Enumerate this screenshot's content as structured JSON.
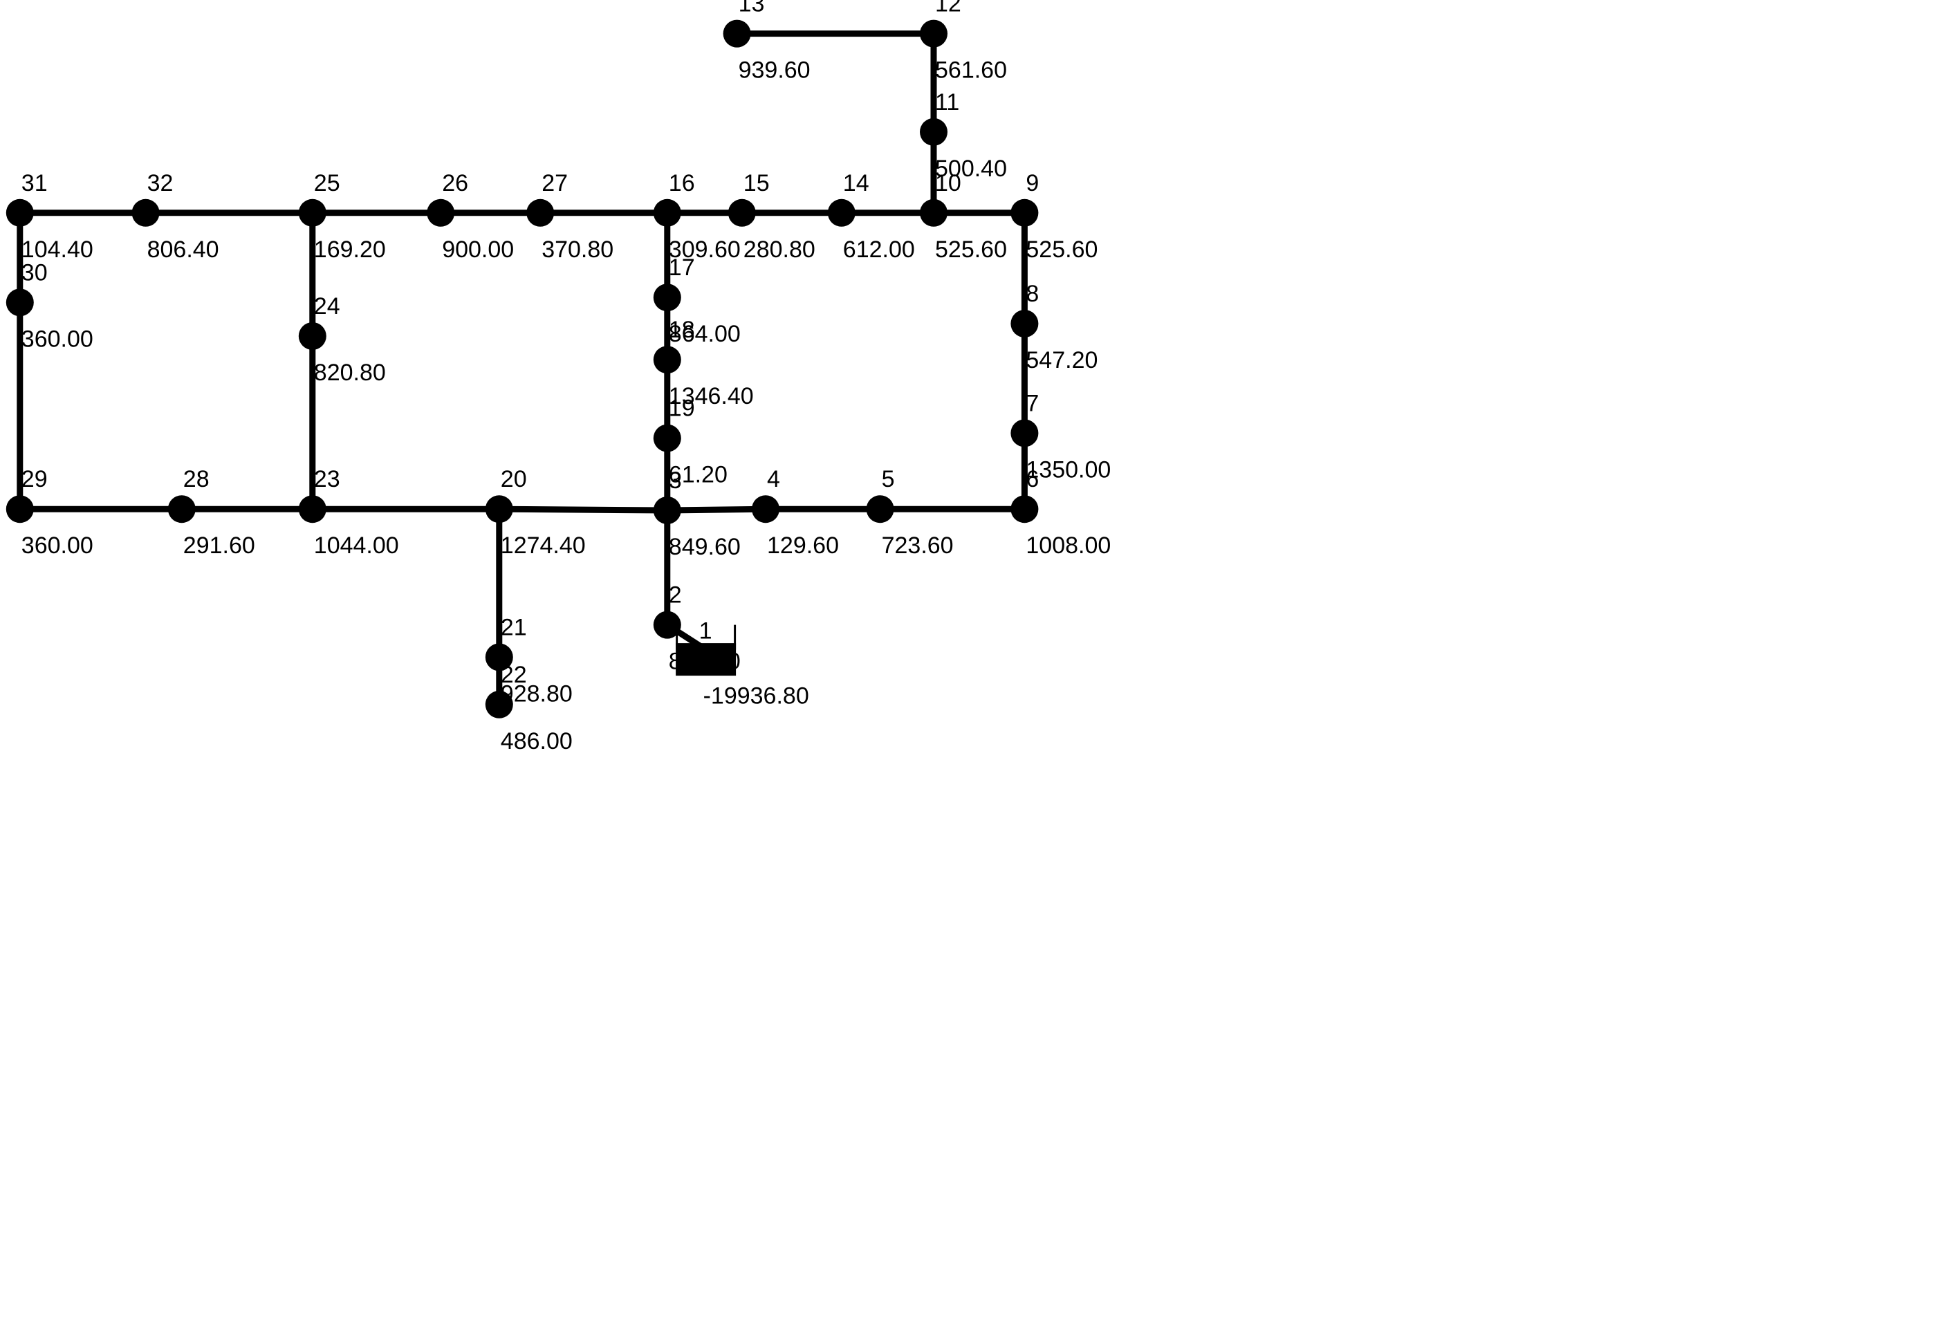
{
  "network": {
    "nodes": [
      {
        "id": "1",
        "label": "1",
        "demand": "-19936.80",
        "kind": "reservoir"
      },
      {
        "id": "2",
        "label": "2",
        "demand": "885.60",
        "kind": "junction"
      },
      {
        "id": "3",
        "label": "3",
        "demand": "849.60",
        "kind": "junction"
      },
      {
        "id": "4",
        "label": "4",
        "demand": "129.60",
        "kind": "junction"
      },
      {
        "id": "5",
        "label": "5",
        "demand": "723.60",
        "kind": "junction"
      },
      {
        "id": "6",
        "label": "6",
        "demand": "1008.00",
        "kind": "junction"
      },
      {
        "id": "7",
        "label": "7",
        "demand": "1350.00",
        "kind": "junction"
      },
      {
        "id": "8",
        "label": "8",
        "demand": "547.20",
        "kind": "junction"
      },
      {
        "id": "9",
        "label": "9",
        "demand": "525.60",
        "kind": "junction"
      },
      {
        "id": "10",
        "label": "10",
        "demand": "525.60",
        "kind": "junction"
      },
      {
        "id": "11",
        "label": "11",
        "demand": "500.40",
        "kind": "junction"
      },
      {
        "id": "12",
        "label": "12",
        "demand": "561.60",
        "kind": "junction"
      },
      {
        "id": "13",
        "label": "13",
        "demand": "939.60",
        "kind": "junction"
      },
      {
        "id": "14",
        "label": "14",
        "demand": "612.00",
        "kind": "junction"
      },
      {
        "id": "15",
        "label": "15",
        "demand": "280.80",
        "kind": "junction"
      },
      {
        "id": "16",
        "label": "16",
        "demand": "309.60",
        "kind": "junction"
      },
      {
        "id": "17",
        "label": "17",
        "demand": "864.00",
        "kind": "junction"
      },
      {
        "id": "18",
        "label": "18",
        "demand": "1346.40",
        "kind": "junction"
      },
      {
        "id": "19",
        "label": "19",
        "demand": "61.20",
        "kind": "junction"
      },
      {
        "id": "20",
        "label": "20",
        "demand": "1274.40",
        "kind": "junction"
      },
      {
        "id": "21",
        "label": "21",
        "demand": "928.80",
        "kind": "junction"
      },
      {
        "id": "22",
        "label": "22",
        "demand": "486.00",
        "kind": "junction"
      },
      {
        "id": "23",
        "label": "23",
        "demand": "1044.00",
        "kind": "junction"
      },
      {
        "id": "24",
        "label": "24",
        "demand": "820.80",
        "kind": "junction"
      },
      {
        "id": "25",
        "label": "25",
        "demand": "169.20",
        "kind": "junction"
      },
      {
        "id": "26",
        "label": "26",
        "demand": "900.00",
        "kind": "junction"
      },
      {
        "id": "27",
        "label": "27",
        "demand": "370.80",
        "kind": "junction"
      },
      {
        "id": "28",
        "label": "28",
        "demand": "291.60",
        "kind": "junction"
      },
      {
        "id": "29",
        "label": "29",
        "demand": "360.00",
        "kind": "junction"
      },
      {
        "id": "30",
        "label": "30",
        "demand": "360.00",
        "kind": "junction"
      },
      {
        "id": "31",
        "label": "31",
        "demand": "104.40",
        "kind": "junction"
      },
      {
        "id": "32",
        "label": "32",
        "demand": "806.40",
        "kind": "junction"
      }
    ],
    "links": [
      [
        "1",
        "2"
      ],
      [
        "2",
        "3"
      ],
      [
        "3",
        "4"
      ],
      [
        "4",
        "5"
      ],
      [
        "5",
        "6"
      ],
      [
        "6",
        "7"
      ],
      [
        "7",
        "8"
      ],
      [
        "8",
        "9"
      ],
      [
        "9",
        "10"
      ],
      [
        "10",
        "11"
      ],
      [
        "11",
        "12"
      ],
      [
        "12",
        "13"
      ],
      [
        "10",
        "14"
      ],
      [
        "14",
        "15"
      ],
      [
        "15",
        "16"
      ],
      [
        "16",
        "17"
      ],
      [
        "17",
        "18"
      ],
      [
        "18",
        "19"
      ],
      [
        "19",
        "3"
      ],
      [
        "3",
        "20"
      ],
      [
        "20",
        "21"
      ],
      [
        "21",
        "22"
      ],
      [
        "20",
        "23"
      ],
      [
        "23",
        "24"
      ],
      [
        "24",
        "25"
      ],
      [
        "25",
        "26"
      ],
      [
        "26",
        "27"
      ],
      [
        "27",
        "16"
      ],
      [
        "23",
        "28"
      ],
      [
        "28",
        "29"
      ],
      [
        "29",
        "30"
      ],
      [
        "30",
        "31"
      ],
      [
        "31",
        "32"
      ],
      [
        "32",
        "25"
      ]
    ]
  }
}
